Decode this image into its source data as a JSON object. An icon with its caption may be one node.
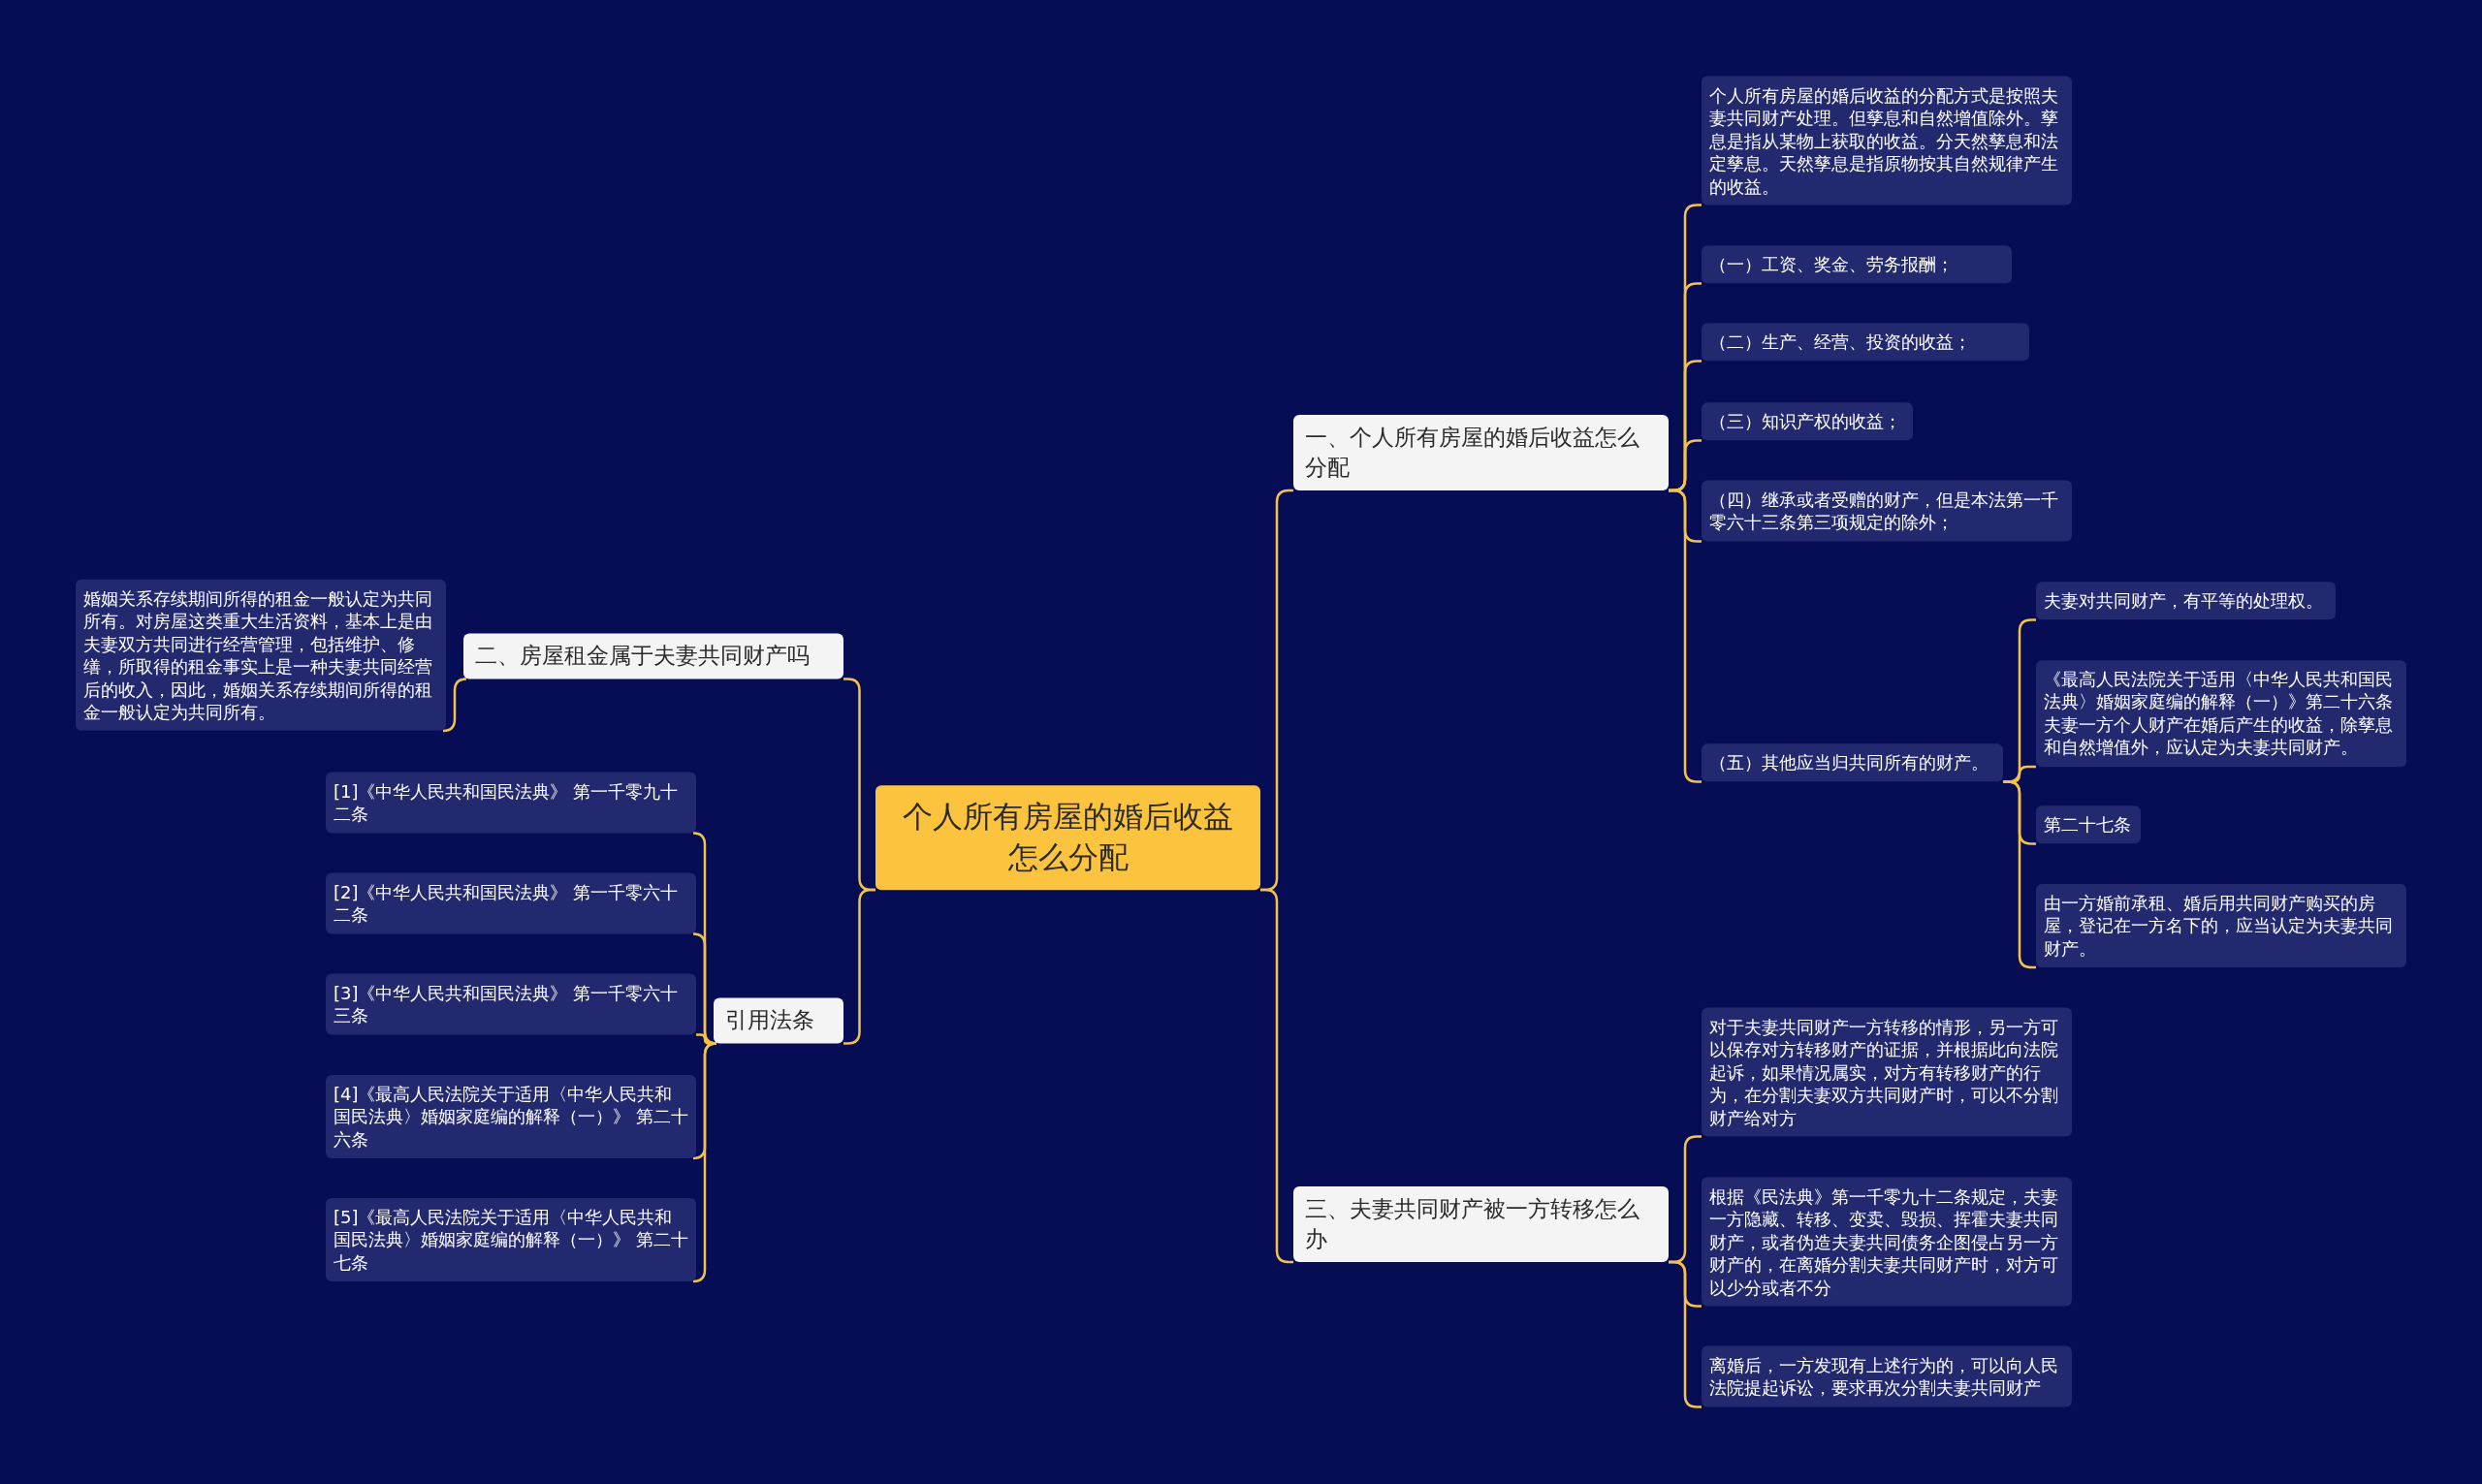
{
  "diagram": {
    "nodes": [
      {
        "text": [
          "个人所有房屋的婚后收益怎么分配"
        ]
      },
      {
        "text": [
          "一、个人所有房屋的婚后收益怎么分配"
        ]
      },
      {
        "text": [
          "个人所有房屋的婚后收益的分配方式是按照夫妻共同财产处理。但孳息和自然增值除外。孳息是指从某物上获取的收益。分天然孳息和法定孳息。天然孳息是指原物按其自然规律产生的收益。"
        ]
      },
      {
        "text": [
          "（一）工资、奖金、劳务报酬；"
        ]
      },
      {
        "text": [
          "（二）生产、经营、投资的收益；"
        ]
      },
      {
        "text": [
          "（三）知识产权的收益；"
        ]
      },
      {
        "text": [
          "（四）继承或者受赠的财产，但是本法第一千零六十三条第三项规定的除外；"
        ]
      },
      {
        "text": [
          "（五）其他应当归共同所有的财产。"
        ]
      },
      {
        "text": [
          "夫妻对共同财产，有平等的处理权。"
        ]
      },
      {
        "text": [
          "《最高人民法院关于适用〈中华人民共和国民法典〉婚姻家庭编的解释（一）》第二十六条夫妻一方个人财产在婚后产生的收益，除孳息和自然增值外，应认定为夫妻共同财产。"
        ]
      },
      {
        "text": [
          "第二十七条"
        ]
      },
      {
        "text": [
          "由一方婚前承租、婚后用共同财产购买的房屋，登记在一方名下的，应当认定为夫妻共同财产。"
        ]
      },
      {
        "text": [
          "三、夫妻共同财产被一方转移怎么办"
        ]
      },
      {
        "text": [
          "对于夫妻共同财产一方转移的情形，另一方可以保存对方转移财产的证据，并根据此向法院起诉，如果情况属实，对方有转移财产的行为，在分割夫妻双方共同财产时，可以不分割财产给对方"
        ]
      },
      {
        "text": [
          "根据《民法典》第一千零九十二条规定，夫妻一方隐藏、转移、变卖、毁损、挥霍夫妻共同财产，或者伪造夫妻共同债务企图侵占另一方财产的，在离婚分割夫妻共同财产时，对方可以少分或者不分"
        ]
      },
      {
        "text": [
          "离婚后，一方发现有上述行为的，可以向人民法院提起诉讼，要求再次分割夫妻共同财产"
        ]
      },
      {
        "text": [
          "二、房屋租金属于夫妻共同财产吗"
        ]
      },
      {
        "text": [
          "婚姻关系存续期间所得的租金一般认定为共同所有。对房屋这类重大生活资料，基本上是由夫妻双方共同进行经营管理，包括维护、修缮，所取得的租金事实上是一种夫妻共同经营后的收入，因此，婚姻关系存续期间所得的租金一般认定为共同所有。"
        ]
      },
      {
        "text": [
          "引用法条"
        ]
      },
      {
        "text": [
          "[1]《中华人民共和国民法典》 第一千零九十二条"
        ]
      },
      {
        "text": [
          "[2]《中华人民共和国民法典》 第一千零六十二条"
        ]
      },
      {
        "text": [
          "[3]《中华人民共和国民法典》 第一千零六十三条"
        ]
      },
      {
        "text": [
          "[4]《最高人民法院关于适用〈中华人民共和国民法典〉婚姻家庭编的解释（一）》 第二十六条"
        ]
      },
      {
        "text": [
          "[5]《最高人民法院关于适用〈中华人民共和国民法典〉婚姻家庭编的解释（一）》 第二十七条"
        ]
      }
    ],
    "edges": [
      {
        "from": 0,
        "to": 1,
        "arrow": "none"
      },
      {
        "from": 1,
        "to": 2,
        "arrow": "none"
      },
      {
        "from": 1,
        "to": 3,
        "arrow": "none"
      },
      {
        "from": 1,
        "to": 4,
        "arrow": "none"
      },
      {
        "from": 1,
        "to": 5,
        "arrow": "none"
      },
      {
        "from": 1,
        "to": 6,
        "arrow": "none"
      },
      {
        "from": 1,
        "to": 7,
        "arrow": "none"
      },
      {
        "from": 7,
        "to": 8,
        "arrow": "none"
      },
      {
        "from": 7,
        "to": 9,
        "arrow": "none"
      },
      {
        "from": 7,
        "to": 10,
        "arrow": "none"
      },
      {
        "from": 7,
        "to": 11,
        "arrow": "none"
      },
      {
        "from": 0,
        "to": 12,
        "arrow": "none"
      },
      {
        "from": 12,
        "to": 13,
        "arrow": "none"
      },
      {
        "from": 12,
        "to": 14,
        "arrow": "none"
      },
      {
        "from": 12,
        "to": 15,
        "arrow": "none"
      },
      {
        "from": 0,
        "to": 16,
        "arrow": "none"
      },
      {
        "from": 16,
        "to": 17,
        "arrow": "none"
      },
      {
        "from": 0,
        "to": 18,
        "arrow": "none"
      },
      {
        "from": 18,
        "to": 19,
        "arrow": "none"
      },
      {
        "from": 18,
        "to": 20,
        "arrow": "none"
      },
      {
        "from": 18,
        "to": 21,
        "arrow": "none"
      },
      {
        "from": 18,
        "to": 22,
        "arrow": "none"
      },
      {
        "from": 18,
        "to": 23,
        "arrow": "none"
      }
    ]
  }
}
